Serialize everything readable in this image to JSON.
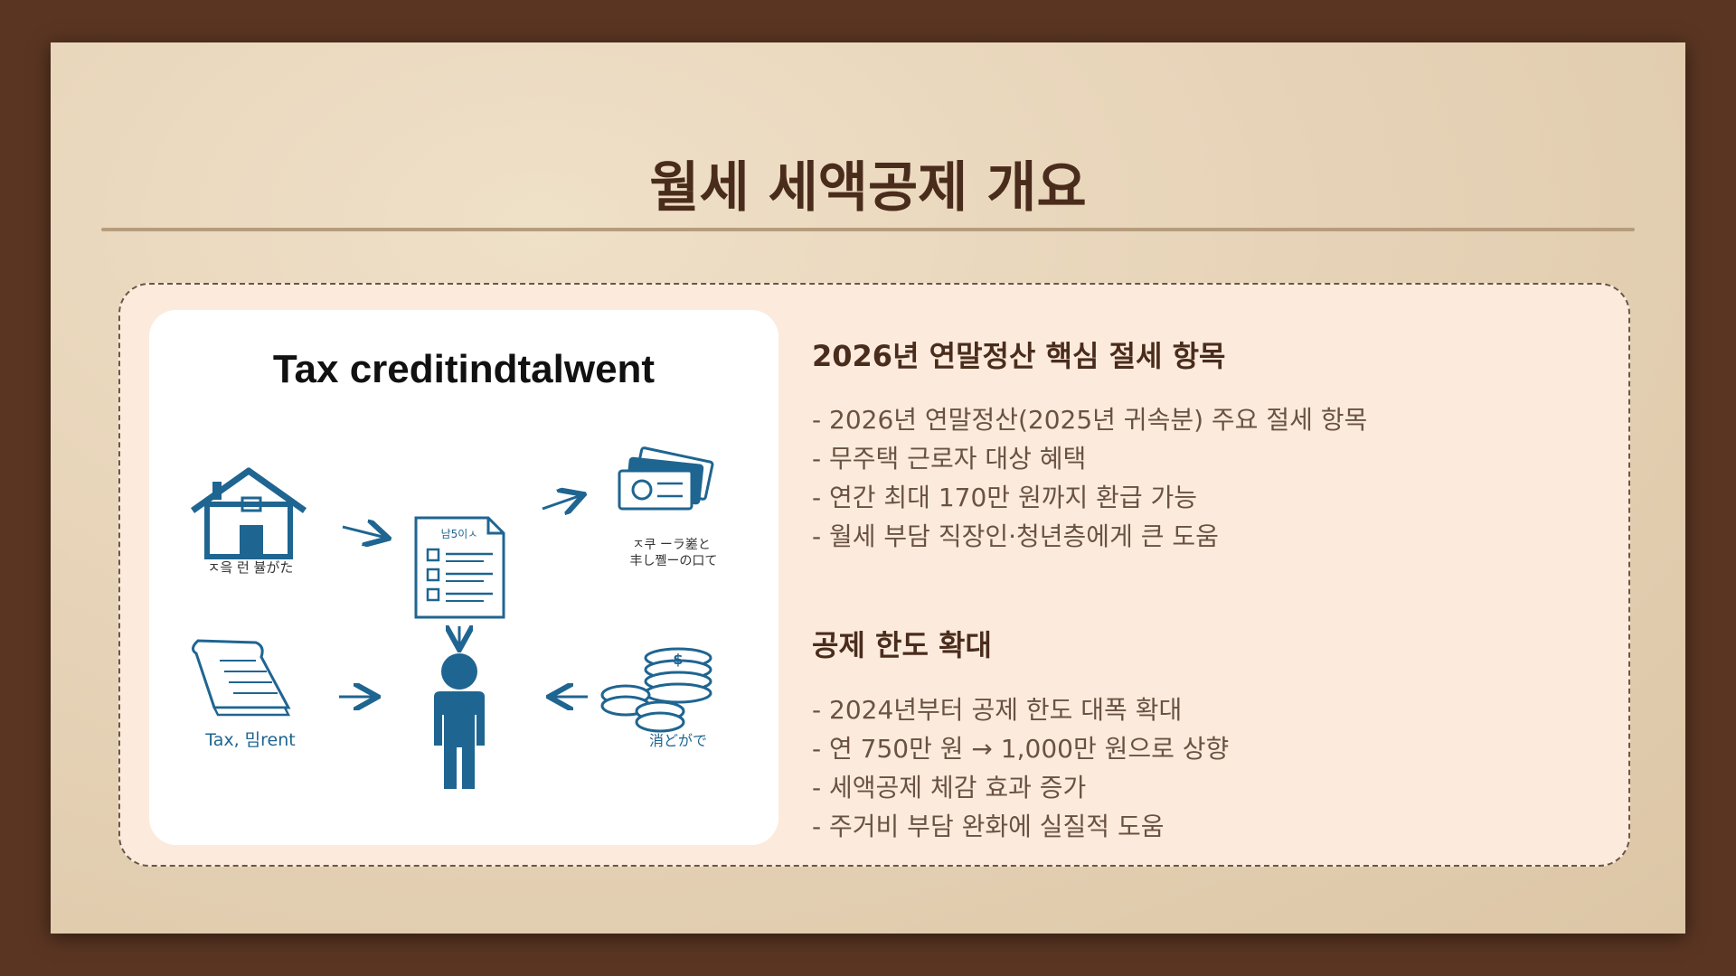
{
  "title": "월세 세액공제 개요",
  "illustration": {
    "title": "Tax creditindtalwent",
    "labels": {
      "house": "ㅈ읔 런  뷸がた",
      "document": "남5이ㅅ",
      "money_top": "ㅈ쿠 ーラ嵳と\n丰し쪨ーの口て",
      "receipt": "Tax, 밈rent",
      "coins": "消どがで"
    },
    "accent_color": "#1f6591"
  },
  "sections": [
    {
      "heading": "2026년 연말정산 핵심 절세 항목",
      "bullets": [
        "- 2026년 연말정산(2025년 귀속분) 주요 절세 항목",
        "- 무주택 근로자 대상 혜택",
        "- 연간 최대 170만 원까지 환급 가능",
        "- 월세 부담 직장인·청년층에게 큰 도움"
      ]
    },
    {
      "heading": "공제 한도 확대",
      "bullets": [
        "- 2024년부터 공제 한도 대폭 확대",
        "- 연 750만 원 → 1,000만 원으로 상향",
        "- 세액공제 체감 효과 증가",
        "- 주거비 부담 완화에 실질적 도움"
      ]
    }
  ],
  "colors": {
    "background": "#5a3522",
    "paper": "#e8d5ba",
    "heading": "#4a2c1c",
    "body_text": "#6a5242",
    "content_box": "#fcebdc"
  }
}
